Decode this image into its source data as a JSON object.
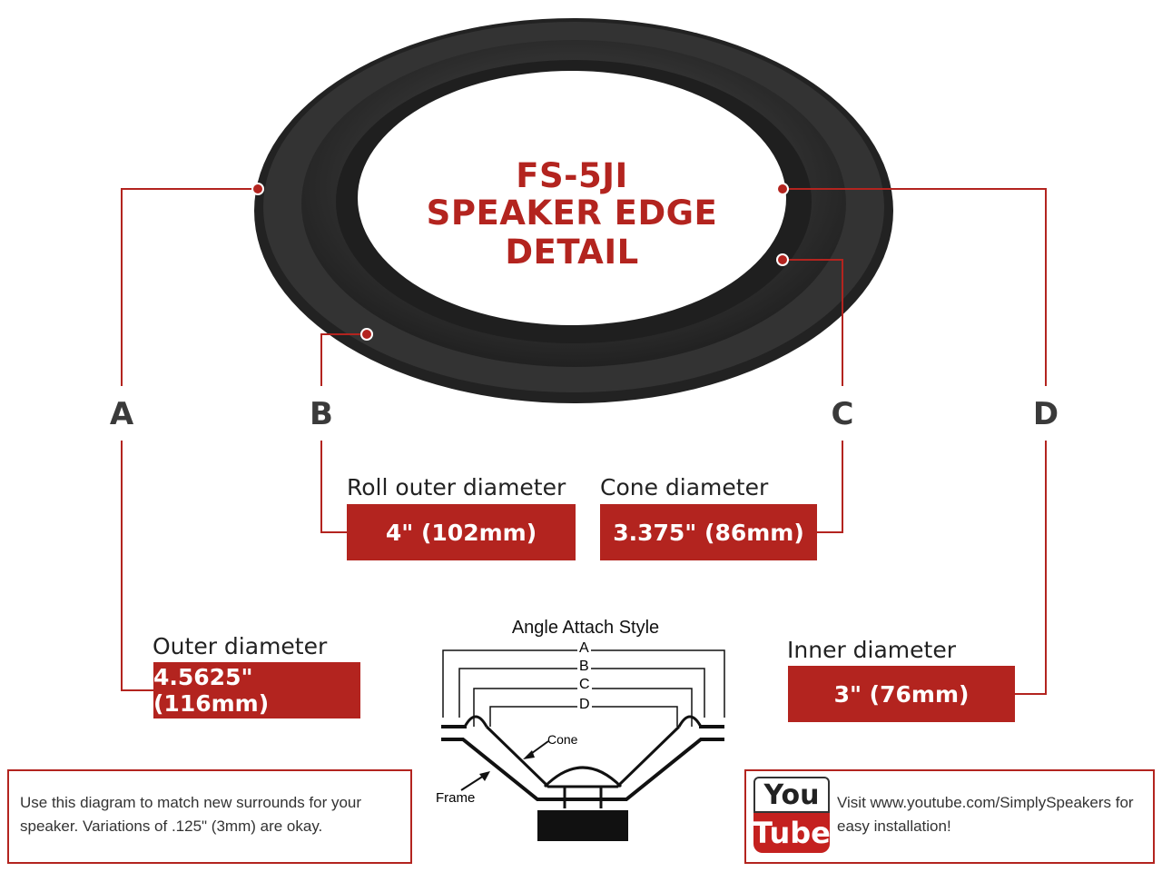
{
  "title": {
    "line1": "FS-5JI",
    "line2": "SPEAKER EDGE DETAIL"
  },
  "markers": {
    "a": "A",
    "b": "B",
    "c": "C",
    "d": "D"
  },
  "measurements": {
    "roll_outer": {
      "label": "Roll outer diameter",
      "value": "4\" (102mm)"
    },
    "cone": {
      "label": "Cone diameter",
      "value": "3.375\" (86mm)"
    },
    "outer": {
      "label": "Outer diameter",
      "value": "4.5625\" (116mm)"
    },
    "inner": {
      "label": "Inner diameter",
      "value": "3\" (76mm)"
    }
  },
  "cross_section": {
    "title": "Angle Attach Style",
    "dims": [
      "A",
      "B",
      "C",
      "D"
    ],
    "cone_label": "Cone",
    "frame_label": "Frame"
  },
  "notes": {
    "left": "Use this diagram to match new surrounds for your speaker. Variations of .125\" (3mm) are okay.",
    "right": "Visit www.youtube.com/SimplySpeakers for easy installation!"
  },
  "youtube_logo": {
    "top": "You",
    "bottom": "Tube"
  },
  "colors": {
    "accent": "#b3241f",
    "rubber": "#2a2a2a"
  }
}
